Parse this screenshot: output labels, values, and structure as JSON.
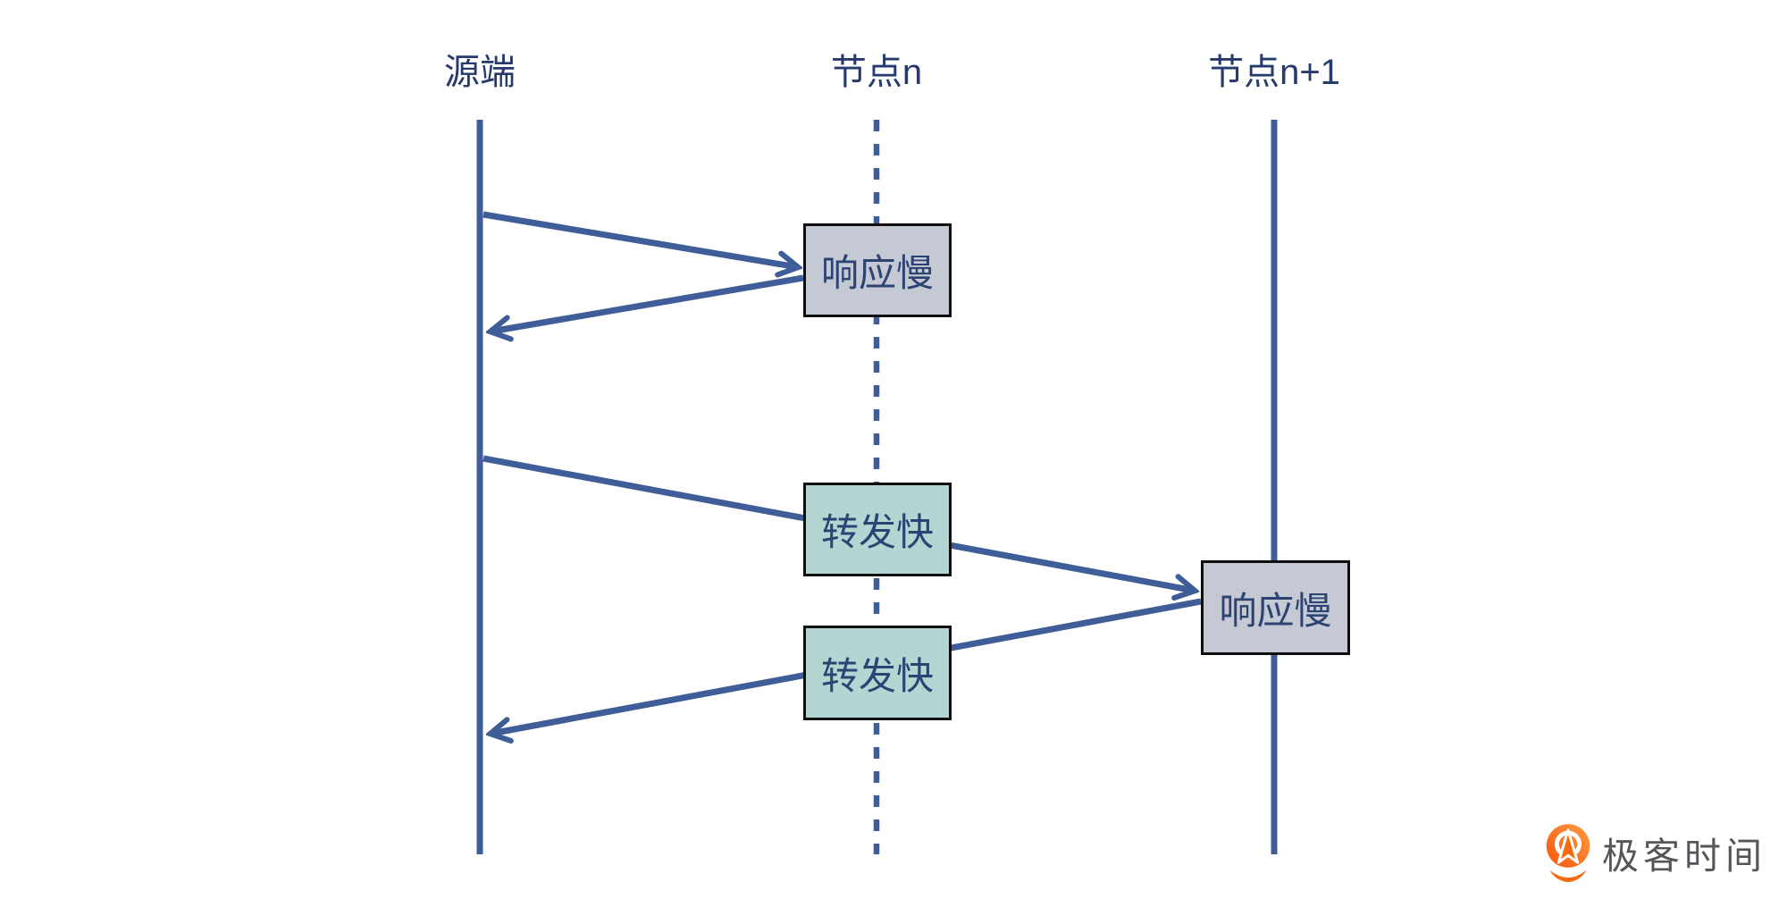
{
  "diagram": {
    "lanes": [
      {
        "id": "source",
        "label": "源端",
        "line_style": "solid"
      },
      {
        "id": "node-n",
        "label": "节点n",
        "line_style": "dashed"
      },
      {
        "id": "node-n-plus-1",
        "label": "节点n+1",
        "line_style": "solid"
      }
    ],
    "boxes": [
      {
        "label": "响应慢",
        "type": "slow",
        "lane": "node-n"
      },
      {
        "label": "转发快",
        "type": "fast",
        "lane": "node-n"
      },
      {
        "label": "转发快",
        "type": "fast",
        "lane": "node-n"
      },
      {
        "label": "响应慢",
        "type": "slow",
        "lane": "node-n-plus-1"
      }
    ],
    "colors": {
      "line_blue": "#3f5d98",
      "label_navy": "#273a6c",
      "slow_box_fill": "#c5c9d3",
      "fast_box_fill": "#b4d5d2",
      "box_border": "#0f0f0f"
    }
  },
  "brand": {
    "logo_text": "极客时间",
    "logo_orange": "#f76b0e",
    "logo_text_color": "#54565a"
  }
}
